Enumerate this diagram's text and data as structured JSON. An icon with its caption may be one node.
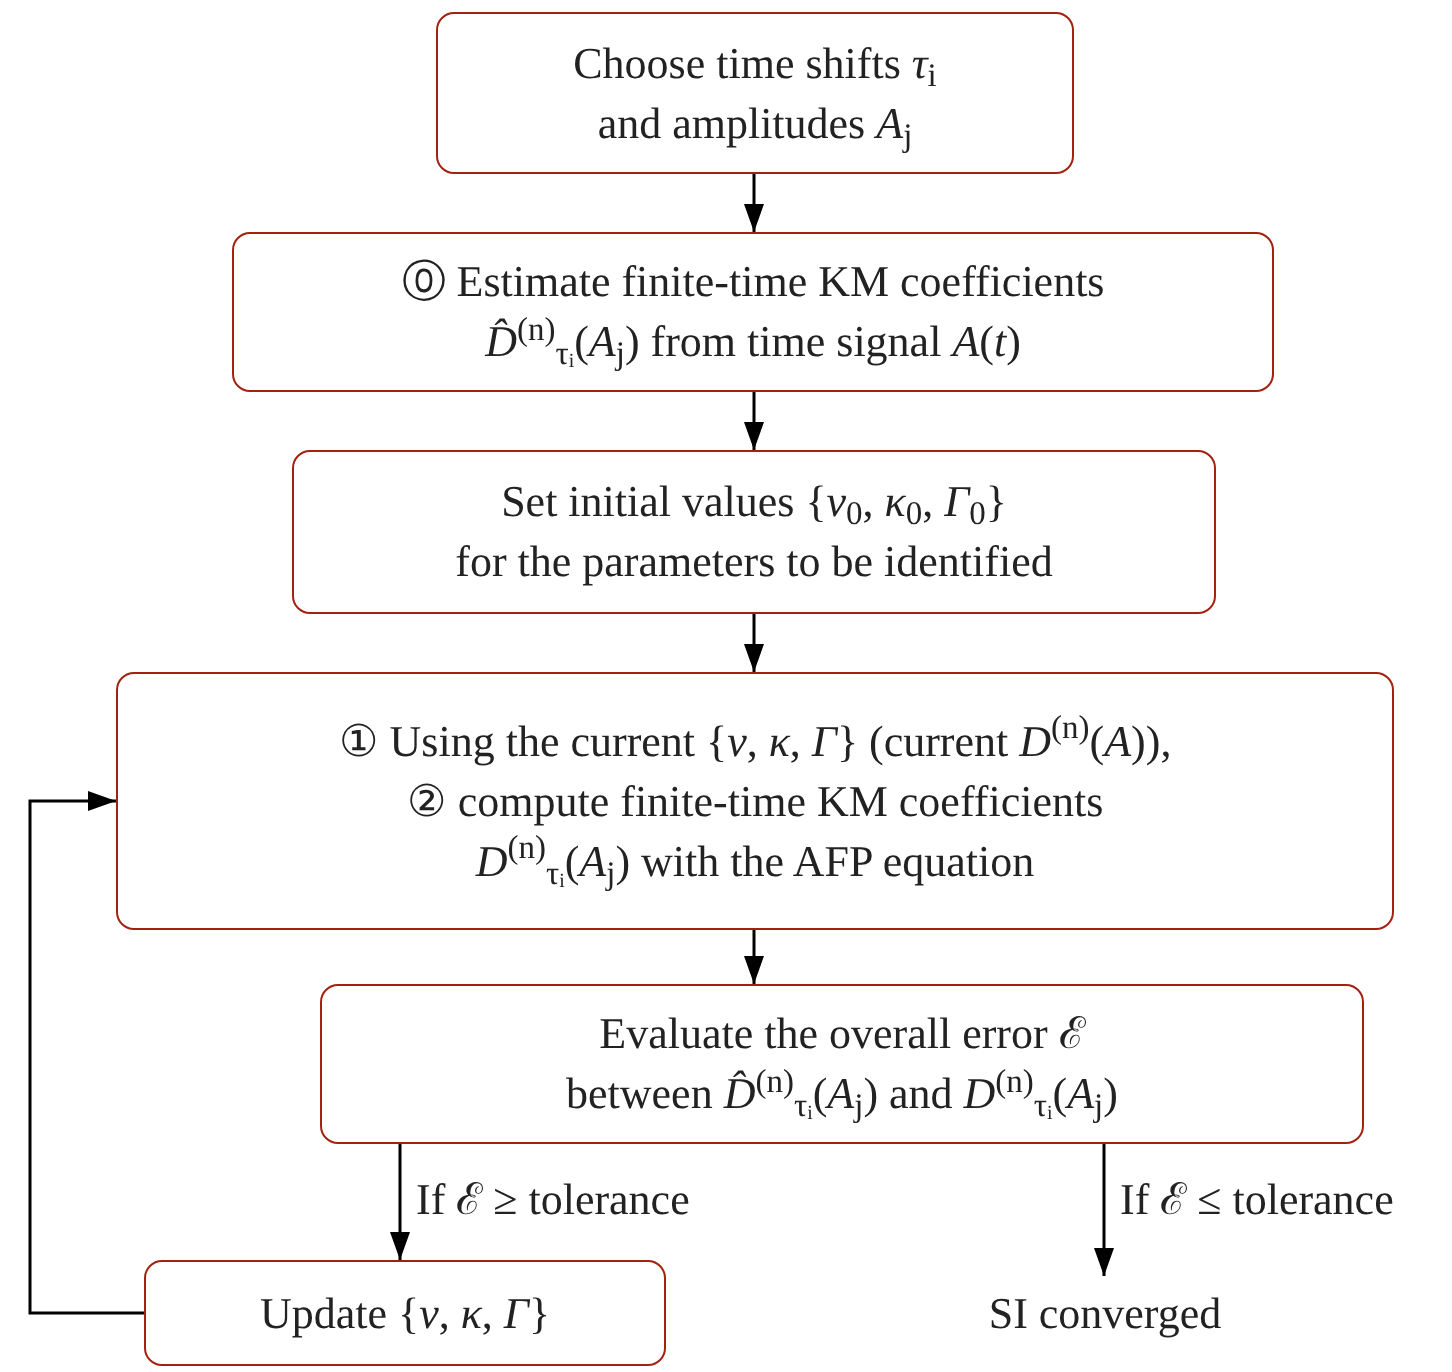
{
  "diagram": {
    "nodes": [
      {
        "text": [
          "Choose time shifts *τ*$_{i}$ and amplitudes *A*$_{j}$"
        ]
      },
      {
        "text": [
          "⓪ Estimate finite-time KM coefficients *D̂*$^{(n)}$$_{τᵢ}$(*A*$_{j}$) from time signal *A*(*t*)"
        ]
      },
      {
        "text": [
          "Set initial values {*ν*$_{0}$, *κ*$_{0}$, *Γ*$_{0}$} for the parameters to be identified"
        ]
      },
      {
        "text": [
          "① Using the current {*ν*, *κ*, *Γ*} (current *D*$^{(n)}$(*A*)),",
          "② compute finite-time KM coefficients *D*$^{(n)}$$_{τᵢ}$(*A*$_{j}$) with the AFP equation"
        ]
      },
      {
        "text": [
          "Evaluate the overall error ℰ between *D̂*$^{(n)}$$_{τᵢ}$(*A*$_{j}$) and *D*$^{(n)}$$_{τᵢ}$(*A*$_{j}$)"
        ]
      },
      {
        "text": [
          "Update {*ν*, *κ*, *Γ*}"
        ]
      },
      {
        "text": [
          "SI converged"
        ]
      }
    ],
    "edges": [
      {
        "from": 0,
        "to": 1,
        "arrow": "to"
      },
      {
        "from": 1,
        "to": 2,
        "arrow": "to"
      },
      {
        "from": 2,
        "to": 3,
        "arrow": "to"
      },
      {
        "from": 3,
        "to": 4,
        "arrow": "to"
      },
      {
        "from": 4,
        "to": 5,
        "arrow": "to",
        "label": "If ℰ ≥ tolerance"
      },
      {
        "from": 4,
        "to": 6,
        "arrow": "to",
        "label": "If ℰ ≤ tolerance"
      },
      {
        "from": 5,
        "to": 3,
        "arrow": "to"
      }
    ]
  }
}
